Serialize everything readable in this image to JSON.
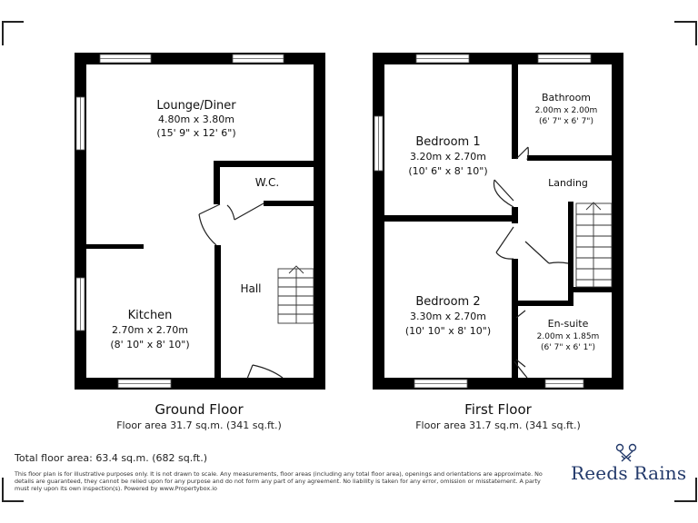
{
  "ground_floor": {
    "title": "Ground Floor",
    "area": "Floor area 31.7 sq.m. (341 sq.ft.)",
    "rooms": {
      "lounge": {
        "name": "Lounge/Diner",
        "metric": "4.80m x 3.80m",
        "imperial": "(15' 9\" x 12' 6\")"
      },
      "wc": {
        "name": "W.C."
      },
      "hall": {
        "name": "Hall"
      },
      "kitchen": {
        "name": "Kitchen",
        "metric": "2.70m x 2.70m",
        "imperial": "(8' 10\" x 8' 10\")"
      }
    }
  },
  "first_floor": {
    "title": "First Floor",
    "area": "Floor area 31.7 sq.m. (341 sq.ft.)",
    "rooms": {
      "bedroom1": {
        "name": "Bedroom 1",
        "metric": "3.20m x 2.70m",
        "imperial": "(10' 6\" x 8' 10\")"
      },
      "bathroom": {
        "name": "Bathroom",
        "metric": "2.00m x 2.00m",
        "imperial": "(6' 7\" x 6' 7\")"
      },
      "landing": {
        "name": "Landing"
      },
      "bedroom2": {
        "name": "Bedroom 2",
        "metric": "3.30m x 2.70m",
        "imperial": "(10' 10\" x 8' 10\")"
      },
      "ensuite": {
        "name": "En-suite",
        "metric": "2.00m x 1.85m",
        "imperial": "(6' 7\" x 6' 1\")"
      }
    }
  },
  "total_area": "Total floor area: 63.4 sq.m. (682 sq.ft.)",
  "disclaimer": "This floor plan is for illustrative purposes only. It is not drawn to scale. Any measurements, floor areas (including any total floor area), openings and orientations are approximate. No details are guaranteed, they cannot be relied upon for any purpose and do not form any part of any agreement. No liability is taken for any error, omission or misstatement. A party must rely upon its own inspection(s). Powered by www.Propertybox.io",
  "brand": "Reeds Rains",
  "colors": {
    "wall": "#000000",
    "brand": "#233a6b"
  }
}
